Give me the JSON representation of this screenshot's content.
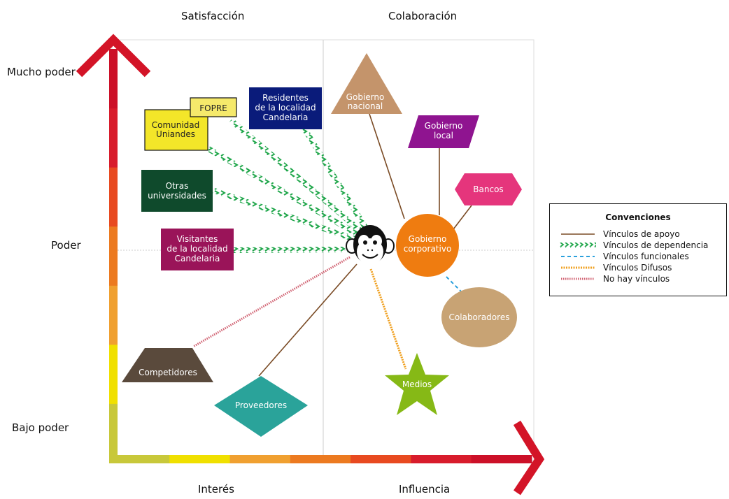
{
  "quadrant_labels": {
    "top_left": "Satisfacción",
    "top_right": "Colaboración",
    "bottom_left": "Interés",
    "bottom_right": "Influencia"
  },
  "y_axis_labels": {
    "top": "Mucho poder",
    "middle": "Poder",
    "bottom": "Bajo poder"
  },
  "center_icon": "monkey-face-icon",
  "nodes": {
    "fopre": "FOPRE",
    "comunidad": [
      "Comunidad",
      "Uniandes"
    ],
    "residentes": [
      "Residentes",
      "de la localidad",
      "Candelaria"
    ],
    "otras": [
      "Otras",
      "universidades"
    ],
    "visitantes": [
      "Visitantes",
      "de la localidad",
      "Candelaria"
    ],
    "competidores": "Competidores",
    "proveedores": "Proveedores",
    "gobierno_nacional": [
      "Gobierno",
      "nacional"
    ],
    "gobierno_local": [
      "Gobierno",
      "local"
    ],
    "bancos": "Bancos",
    "gobierno_corporativo": [
      "Gobierno",
      "corporativo"
    ],
    "colaboradores": "Colaboradores",
    "medios": "Medios"
  },
  "node_colors": {
    "fopre": "#f5e96b",
    "comunidad": "#f3e629",
    "residentes": "#0a1b7a",
    "otras": "#0f4a2c",
    "visitantes": "#9a1459",
    "competidores": "#5a4a3c",
    "proveedores": "#2aa39a",
    "gobierno_nacional": "#c4946b",
    "gobierno_local": "#8f1490",
    "bancos": "#e5357c",
    "gobierno_corporativo": "#ef7c10",
    "colaboradores": "#c8a374",
    "medios": "#86b916"
  },
  "legend": {
    "title": "Convenciones",
    "items": [
      {
        "label": "Vínculos de apoyo",
        "color": "#7a4b25",
        "style": "solid"
      },
      {
        "label": "Vínculos de dependencia",
        "color": "#1fa64a",
        "style": "chevron"
      },
      {
        "label": "Vínculos funcionales",
        "color": "#2aa0dc",
        "style": "dashed"
      },
      {
        "label": "Vínculos Difusos",
        "color": "#f0a020",
        "style": "chevron-small"
      },
      {
        "label": "No hay vínculos",
        "color": "#d06070",
        "style": "dotted"
      }
    ]
  },
  "axis_gradient": [
    "#c8c83a",
    "#f0e000",
    "#f0a030",
    "#ec7a20",
    "#e84a20",
    "#d81c2c",
    "#cc1028"
  ]
}
